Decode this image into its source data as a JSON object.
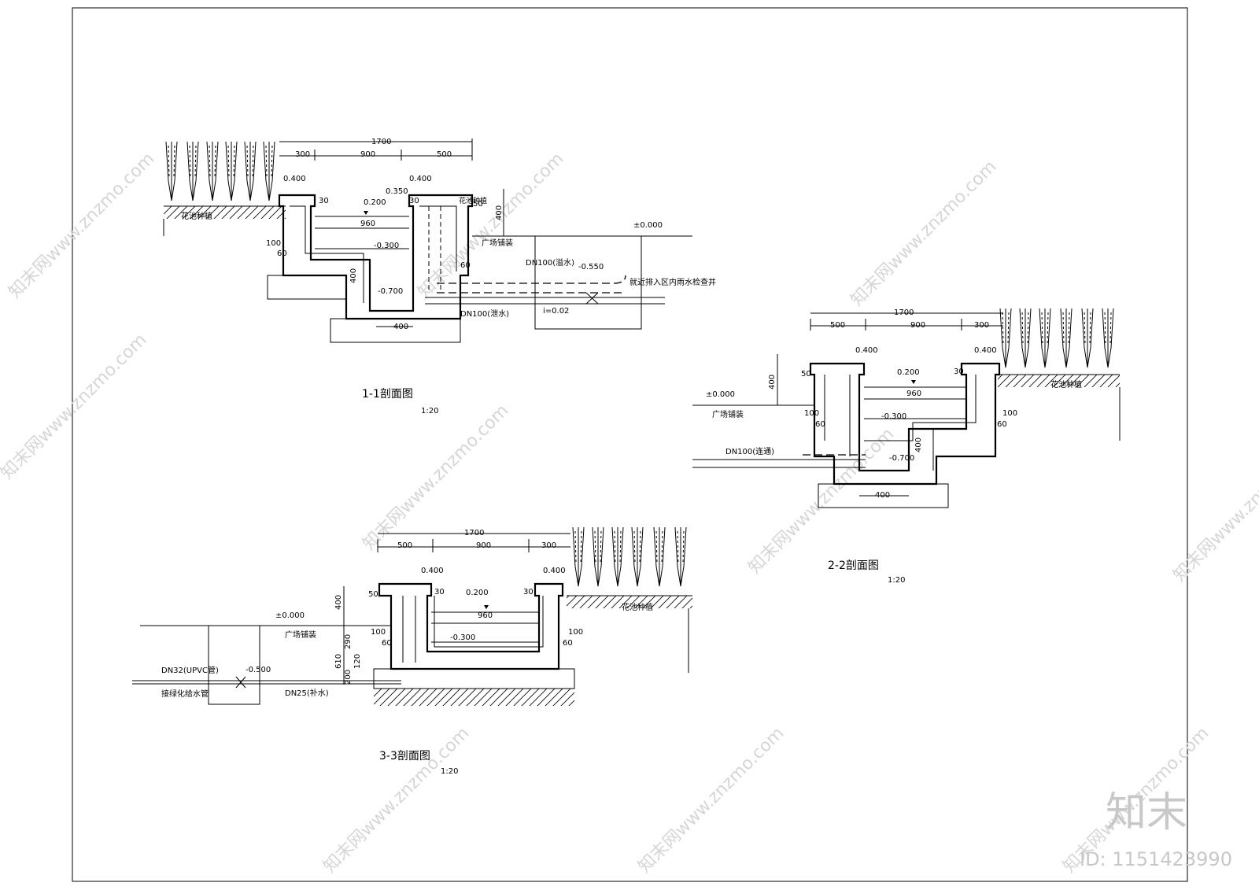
{
  "watermark": {
    "site_text": "知末网www.znzmo.com",
    "brand": "知末",
    "id_text": "ID: 1151423990"
  },
  "section1": {
    "title": "1-1剖面图",
    "scale": "1:20",
    "dim_total": "1700",
    "dim_a": "300",
    "dim_b": "900",
    "dim_c": "500",
    "elev_wall_left": "0.400",
    "elev_wall_right": "0.400",
    "elev_water": "0.200",
    "elev_overflow": "0.350",
    "dim_30a": "30",
    "dim_30b": "30",
    "dim_50": "50",
    "dim_960": "960",
    "elev_m300": "-0.300",
    "dim_100": "100",
    "dim_60a": "60",
    "dim_60b": "60",
    "dim_400v": "400",
    "dim_400h": "400",
    "dim_400r": "400",
    "elev_m700": "-0.700",
    "label_paving": "广场铺装",
    "label_planting": "花池种植",
    "label_overflow_pipe": "DN100(溢水)",
    "elev_m550": "-0.550",
    "label_drain_pipe": "DN100(泄水)",
    "label_slope": "i=0.02",
    "elev_ground": "±0.000",
    "label_outfall": "就近排入区内雨水检查井"
  },
  "section2": {
    "title": "2-2剖面图",
    "scale": "1:20",
    "dim_total": "1700",
    "dim_a": "500",
    "dim_b": "900",
    "dim_c": "300",
    "elev_wall_left": "0.400",
    "elev_wall_right": "0.400",
    "elev_water": "0.200",
    "dim_50": "50",
    "dim_30": "30",
    "dim_960": "960",
    "elev_m300": "-0.300",
    "dim_100l": "100",
    "dim_60l": "60",
    "dim_100r": "100",
    "dim_60r": "60",
    "dim_400v": "400",
    "dim_400r": "400",
    "dim_400h": "400",
    "elev_m700": "-0.700",
    "elev_ground": "±0.000",
    "label_paving": "广场铺装",
    "label_pipe": "DN100(连通)",
    "label_planting": "花池种植"
  },
  "section3": {
    "title": "3-3剖面图",
    "scale": "1:20",
    "dim_total": "1700",
    "dim_a": "500",
    "dim_b": "900",
    "dim_c": "300",
    "elev_wall_left": "0.400",
    "elev_wall_right": "0.400",
    "elev_water": "0.200",
    "dim_50": "50",
    "dim_30a": "30",
    "dim_30b": "30",
    "dim_960": "960",
    "elev_m300": "-0.300",
    "dim_400v": "400",
    "dim_290": "290",
    "dim_610": "610",
    "dim_120": "120",
    "dim_200": "200",
    "dim_100l": "100",
    "dim_60l": "60",
    "dim_100r": "100",
    "dim_60r": "60",
    "elev_ground": "±0.000",
    "label_paving": "广场铺装",
    "label_planting": "花池种植",
    "label_dn32": "DN32(UPVC管)",
    "elev_m500": "-0.500",
    "label_feed": "接绿化给水管",
    "label_dn25": "DN25(补水)"
  }
}
